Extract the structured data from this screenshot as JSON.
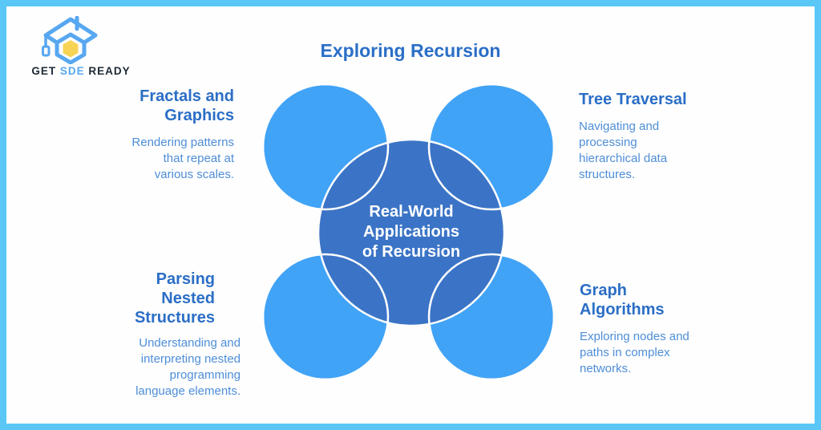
{
  "brand": {
    "get": "GET",
    "sde": "SDE",
    "ready": "READY",
    "icon": "graduation-cap",
    "colors": {
      "blue": "#58A7F1",
      "yellow": "#F7D356",
      "dark": "#1E2A36"
    }
  },
  "title": "Exploring Recursion",
  "center": {
    "label": "Real-World Applications of Recursion",
    "lines": [
      "Real-World",
      "Applications",
      "of Recursion"
    ]
  },
  "sections": [
    {
      "id": "fractals-and-graphics",
      "position": "top-left",
      "heading_lines": [
        "Fractals and",
        "Graphics"
      ],
      "body_lines": [
        "Rendering patterns",
        "that repeat at",
        "various scales."
      ]
    },
    {
      "id": "tree-traversal",
      "position": "top-right",
      "heading_lines": [
        "Tree Traversal"
      ],
      "body_lines": [
        "Navigating and",
        "processing",
        "hierarchical data",
        "structures."
      ]
    },
    {
      "id": "parsing-nested-structures",
      "position": "bottom-left",
      "heading_lines": [
        "Parsing",
        "Nested",
        "Structures"
      ],
      "body_lines": [
        "Understanding and",
        "interpreting nested",
        "programming",
        "language elements."
      ]
    },
    {
      "id": "graph-algorithms",
      "position": "bottom-right",
      "heading_lines": [
        "Graph",
        "Algorithms"
      ],
      "body_lines": [
        "Exploring nodes and",
        "paths in complex",
        "networks."
      ]
    }
  ],
  "colors": {
    "frame": "#5AC7F6",
    "satellite_circle": "#41A3F6",
    "center_circle": "#3B74C6",
    "heading_text": "#2B6EC6",
    "body_text": "#4E8ED8",
    "title_text": "#2B6FC7",
    "center_text": "#FFFFFF"
  }
}
